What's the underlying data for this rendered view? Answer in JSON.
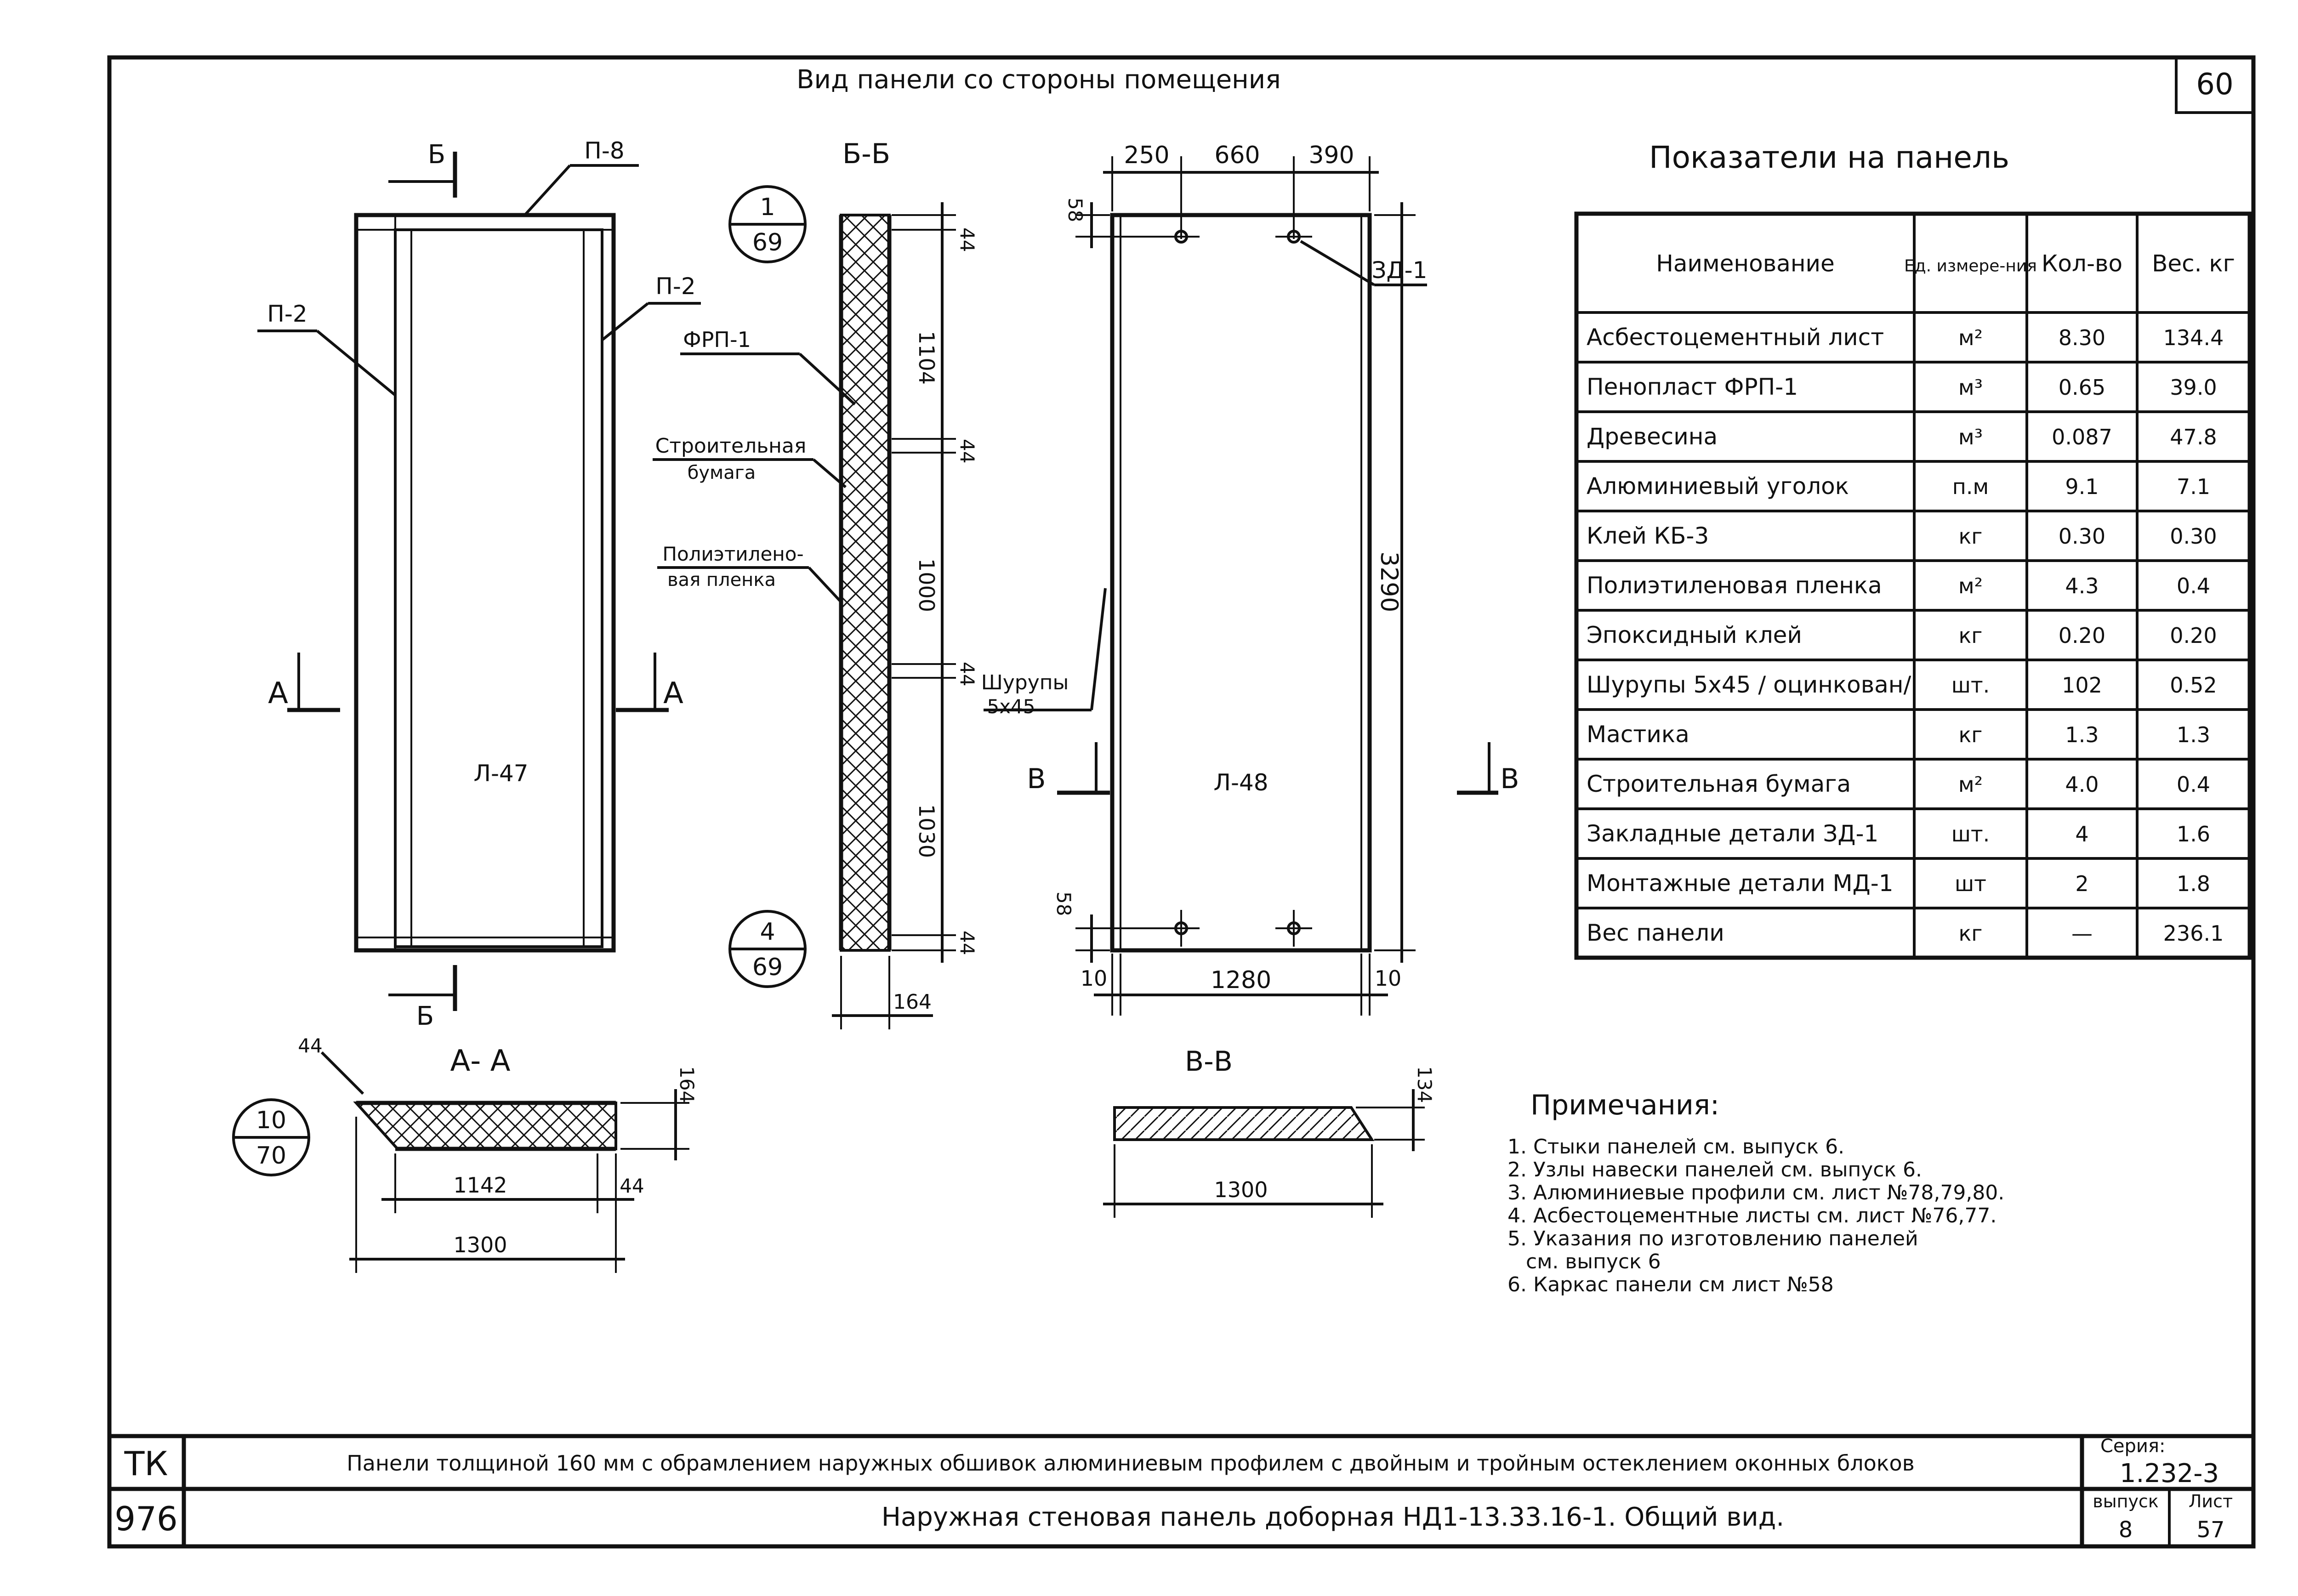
{
  "header": {
    "view_title": "Вид панели со стороны помещения",
    "page_number": "60"
  },
  "elevation_left": {
    "labels": {
      "cut_b_top": "Б",
      "cut_b_bottom": "Б",
      "p8": "П-8",
      "p2_left": "П-2",
      "p2_right": "П-2",
      "cut_a_left": "А",
      "cut_a_right": "А",
      "sheet": "Л-47"
    }
  },
  "section_bb": {
    "title": "Б-Б",
    "ref_top": {
      "num": "1",
      "den": "69"
    },
    "ref_bottom": {
      "num": "4",
      "den": "69"
    },
    "labels": {
      "frp": "ФРП-1",
      "paper_1": "Строительная",
      "paper_2": "бумага",
      "film_1": "Полиэтилено-",
      "film_2": "вая пленка",
      "screws_1": "Шурупы",
      "screws_2": "5х45"
    },
    "dims": [
      "44",
      "1104",
      "44",
      "1000",
      "44",
      "1030",
      "44"
    ],
    "width_dim": "164"
  },
  "elevation_right": {
    "top_dims": [
      "250",
      "660",
      "390"
    ],
    "side_dim": "3290",
    "corner_dim_top": "58",
    "corner_dim_bottom": "58",
    "bottom_dims": [
      "10",
      "1280",
      "10"
    ],
    "zd_label": "ЗД-1",
    "sheet": "Л-48",
    "cut_v_left": "В",
    "cut_v_right": "В"
  },
  "section_aa": {
    "title": "А- А",
    "ref": {
      "num": "10",
      "den": "70"
    },
    "dims": {
      "edge": "44",
      "height": "164",
      "inner": "1142",
      "right": "44",
      "total": "1300"
    }
  },
  "section_vv": {
    "title": "В-В",
    "dims": {
      "height": "134",
      "total": "1300"
    }
  },
  "indicators": {
    "title": "Показатели на панель",
    "columns": [
      "Наименование",
      "Ед. измере-ния",
      "Кол-во",
      "Вес. кг"
    ],
    "rows": [
      [
        "Асбестоцементный лист",
        "м²",
        "8.30",
        "134.4"
      ],
      [
        "Пенопласт ФРП-1",
        "м³",
        "0.65",
        "39.0"
      ],
      [
        "Древесина",
        "м³",
        "0.087",
        "47.8"
      ],
      [
        "Алюминиевый уголок",
        "п.м",
        "9.1",
        "7.1"
      ],
      [
        "Клей КБ-3",
        "кг",
        "0.30",
        "0.30"
      ],
      [
        "Полиэтиленовая пленка",
        "м²",
        "4.3",
        "0.4"
      ],
      [
        "Эпоксидный клей",
        "кг",
        "0.20",
        "0.20"
      ],
      [
        "Шурупы 5х45 / оцинкован/",
        "шт.",
        "102",
        "0.52"
      ],
      [
        "Мастика",
        "кг",
        "1.3",
        "1.3"
      ],
      [
        "Строительная бумага",
        "м²",
        "4.0",
        "0.4"
      ],
      [
        "Закладные детали ЗД-1",
        "шт.",
        "4",
        "1.6"
      ],
      [
        "Монтажные детали МД-1",
        "шт",
        "2",
        "1.8"
      ],
      [
        "Вес панели",
        "кг",
        "—",
        "236.1"
      ]
    ]
  },
  "notes": {
    "title": "Примечания:",
    "items": [
      "1. Стыки панелей см. выпуск 6.",
      "2. Узлы навески панелей см. выпуск 6.",
      "3. Алюминиевые профили см. лист №78,79,80.",
      "4. Асбестоцементные листы см. лист №76,77.",
      "5. Указания по изготовлению панелей",
      "см. выпуск 6",
      "6. Каркас панели см лист №58"
    ]
  },
  "title_block": {
    "code_top": "ТК",
    "code_bottom": "976",
    "description": "Панели толщиной 160 мм с обрамлением наружных обшивок алюминиевым профилем с двойным и тройным остеклением оконных блоков",
    "drawing_title": "Наружная стеновая панель доборная НД1-13.33.16-1. Общий вид.",
    "series_label": "Серия:",
    "series_value": "1.232-3",
    "issue_label": "выпуск",
    "issue_value": "8",
    "sheet_label": "Лист",
    "sheet_value": "57"
  }
}
